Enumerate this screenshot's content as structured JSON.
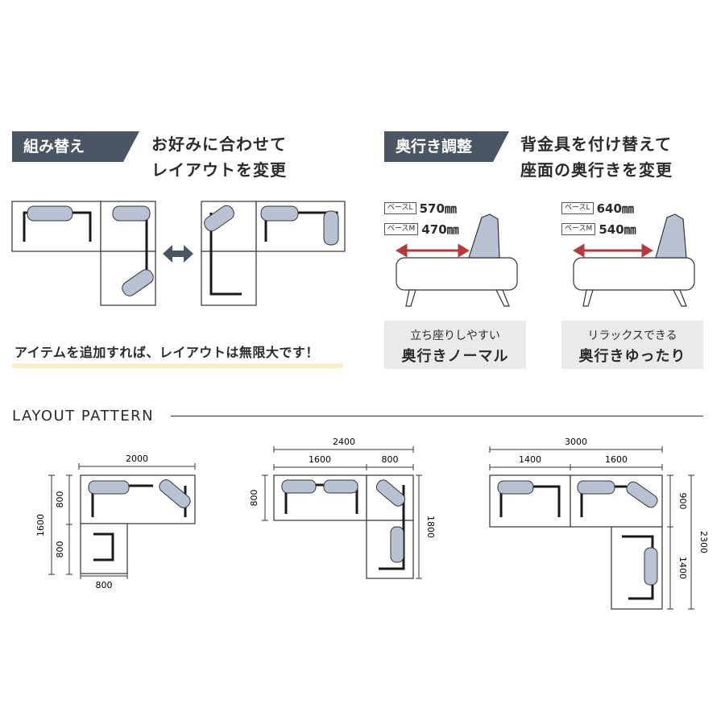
{
  "left_panel": {
    "tag": "組み替え",
    "heading_line1": "お好みに合わせて",
    "heading_line2": "レイアウトを変更",
    "note": "アイテムを追加すれば、レイアウトは無限大です！"
  },
  "right_panel": {
    "tag": "奥行き調整",
    "heading_line1": "背金具を付け替えて",
    "heading_line2": "座面の奥行きを変更",
    "normal": {
      "base_l_label": "ベースL",
      "base_l_value": "570㎜",
      "base_m_label": "ベースM",
      "base_m_value": "470㎜",
      "caption_line1": "立ち座りしやすい",
      "caption_line2": "奥行きノーマル"
    },
    "relaxed": {
      "base_l_label": "ベースL",
      "base_l_value": "640㎜",
      "base_m_label": "ベースM",
      "base_m_value": "540㎜",
      "caption_line1": "リラックスできる",
      "caption_line2": "奥行きゆったり"
    }
  },
  "layout_pattern": {
    "title": "LAYOUT PATTERN",
    "pattern1": {
      "top": "2000",
      "left_total": "1600",
      "left_a": "800",
      "left_b": "800",
      "bottom": "800"
    },
    "pattern2": {
      "top_total": "2400",
      "top_a": "1600",
      "top_b": "800",
      "left": "800",
      "right": "1800"
    },
    "pattern3": {
      "top_total": "3000",
      "top_a": "1400",
      "top_b": "1600",
      "right_a": "900",
      "right_b": "1400",
      "right_total": "2300"
    }
  },
  "colors": {
    "tag_bg": "#4a5663",
    "cushion": "#b9c2d3",
    "arrow": "#b53a40",
    "highlight": "#f6efc8",
    "caption_bg": "#e9eaec"
  }
}
